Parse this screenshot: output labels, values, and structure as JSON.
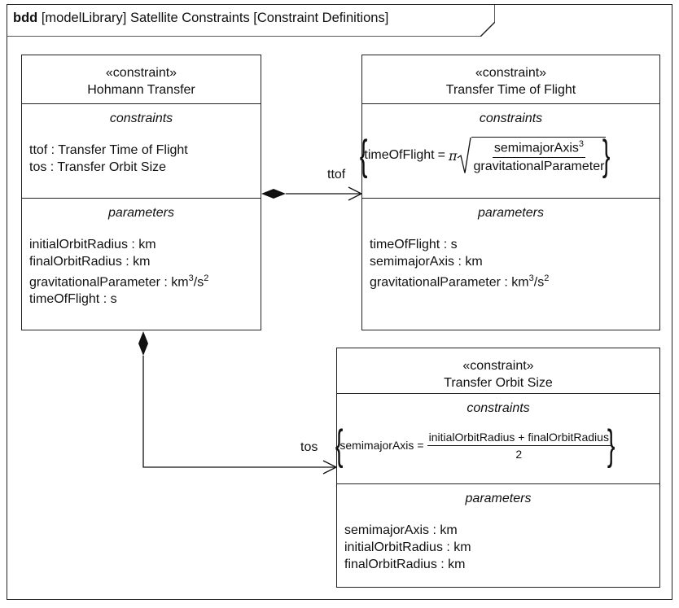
{
  "diagram": {
    "frame_kind": "bdd",
    "frame_title": "[modelLibrary] Satellite Constraints [Constraint Definitions]"
  },
  "blocks": {
    "hohmann": {
      "stereotype": "«constraint»",
      "name": "Hohmann Transfer",
      "constraints_title": "constraints",
      "constraints": [
        "ttof : Transfer Time of Flight",
        "tos : Transfer Orbit Size"
      ],
      "parameters_title": "parameters",
      "parameters": [
        "initialOrbitRadius : km",
        "finalOrbitRadius : km",
        "gravitationalParameter : km",
        "timeOfFlight : s"
      ],
      "param3_unit_exp1": "3",
      "param3_unit_mid": "/s",
      "param3_unit_exp2": "2"
    },
    "ttof": {
      "stereotype": "«constraint»",
      "name": "Transfer Time of Flight",
      "constraints_title": "constraints",
      "formula_lhs": "timeOfFlight",
      "formula_eq": "=",
      "formula_pi": "π",
      "formula_num": "semimajorAxis",
      "formula_num_exp": "3",
      "formula_den": "gravitationalParameter",
      "parameters_title": "parameters",
      "parameters": [
        "timeOfFlight : s",
        "semimajorAxis : km",
        "gravitationalParameter : km"
      ],
      "param3_unit_exp1": "3",
      "param3_unit_mid": "/s",
      "param3_unit_exp2": "2"
    },
    "tos": {
      "stereotype": "«constraint»",
      "name": "Transfer Orbit Size",
      "constraints_title": "constraints",
      "formula_lhs": "semimajorAxis",
      "formula_eq": "=",
      "formula_num": "initialOrbitRadius + finalOrbitRadius",
      "formula_den": "2",
      "parameters_title": "parameters",
      "parameters": [
        "semimajorAxis : km",
        "initialOrbitRadius : km",
        "finalOrbitRadius : km"
      ]
    }
  },
  "connectors": {
    "ttof_role": "ttof",
    "tos_role": "tos"
  }
}
